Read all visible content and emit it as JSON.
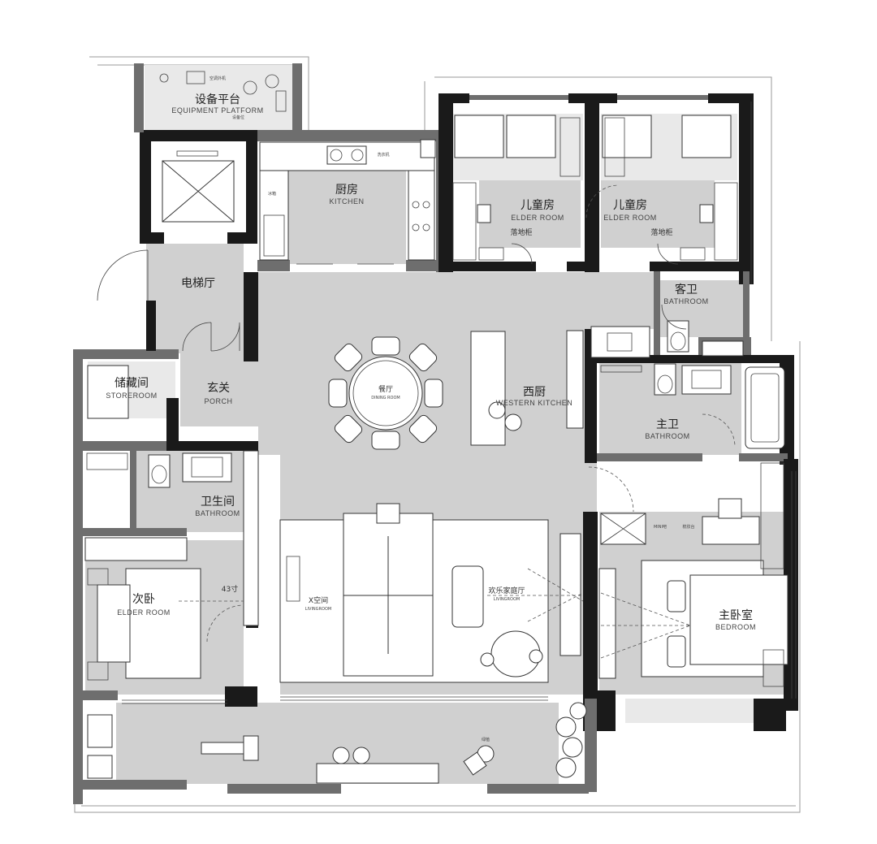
{
  "rooms": {
    "equipment_platform": {
      "zh": "设备平台",
      "en": "EQUIPMENT PLATFORM"
    },
    "kitchen": {
      "zh": "厨房",
      "en": "KITCHEN"
    },
    "elder_room_1": {
      "zh": "儿童房",
      "en": "ELDER ROOM"
    },
    "elder_room_2": {
      "zh": "儿童房",
      "en": "ELDER ROOM"
    },
    "elevator_hall": {
      "zh": "电梯厅"
    },
    "guest_bath": {
      "zh": "客卫",
      "en": "BATHROOM"
    },
    "storeroom": {
      "zh": "储藏间",
      "en": "STOREROOM"
    },
    "porch": {
      "zh": "玄关",
      "en": "PORCH"
    },
    "dining": {
      "zh": "餐厅",
      "en": "DINING ROOM"
    },
    "western_kitchen": {
      "zh": "西厨",
      "en": "WESTERN KITCHEN"
    },
    "master_bath": {
      "zh": "主卫",
      "en": "BATHROOM"
    },
    "bathroom": {
      "zh": "卫生间",
      "en": "BATHROOM"
    },
    "second_bedroom": {
      "zh": "次卧",
      "en": "ELDER ROOM"
    },
    "x_space": {
      "zh": "X空间",
      "en": "LIVINGROOM"
    },
    "family_hall": {
      "zh": "欢乐家庭厅",
      "en": "LIVINGROOM"
    },
    "master_bedroom": {
      "zh": "主卧室",
      "en": "BEDROOM"
    }
  },
  "notes": {
    "floor_cabinet_1": "落地柜",
    "floor_cabinet_2": "落地柜",
    "range_hood": "洗衣机",
    "fridge": "冰箱",
    "tv_size": "43寸",
    "mini_bar": "MINI吧",
    "vanity": "梳妆台",
    "leisure": "绿植"
  }
}
